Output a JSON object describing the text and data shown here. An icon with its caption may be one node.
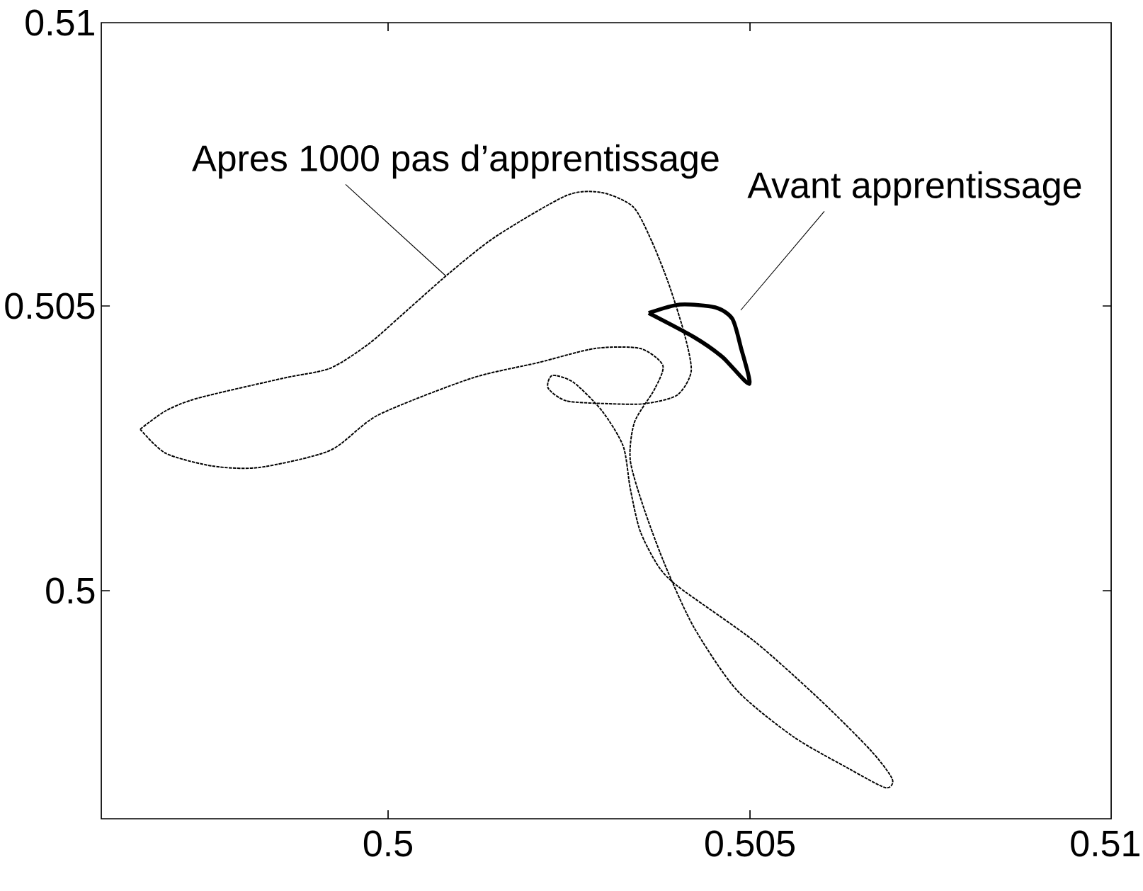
{
  "diagram": {
    "nodes": [
      {
        "text": [
          "Apres 1000 pas d’apprentissage"
        ]
      },
      {
        "text": [
          "Avant apprentissage"
        ]
      }
    ],
    "edges": [
      {
        "from": 0,
        "to": null,
        "arrow": "none"
      },
      {
        "from": 1,
        "to": null,
        "arrow": "none"
      }
    ],
    "labels": [
      "0.51",
      "0.505",
      "0.5",
      "0.5",
      "0.505",
      "0.51"
    ]
  }
}
